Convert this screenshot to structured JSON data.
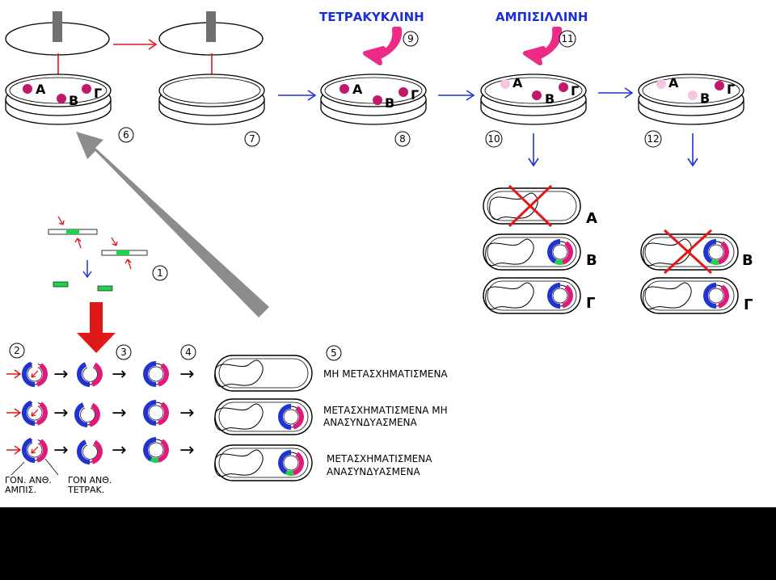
{
  "colors": {
    "colony": "#c0186a",
    "colony_faded": "#f2c6e0",
    "red_arrow": "#e01818",
    "blue_arrow": "#1f34d2",
    "magenta_arrow": "#ee2a87",
    "gray_arrow": "#8c8c8c",
    "insert_green": "#1fd34a",
    "gene_amp": "#1f34d2",
    "gene_tet": "#e0197a",
    "black_band": "#000000"
  },
  "antibiotics": {
    "tetracycline": "ΤΕΤΡΑΚΥΚΛΙΝΗ",
    "ampicillin": "ΑΜΠΙΣΙΛΛΙΝΗ"
  },
  "colony_labels": {
    "a": "Α",
    "b": "Β",
    "g": "Γ"
  },
  "cell_labels": {
    "a": "Α",
    "b": "Β",
    "g": "Γ"
  },
  "steps": [
    "1",
    "2",
    "3",
    "4",
    "5",
    "6",
    "7",
    "8",
    "9",
    "10",
    "11",
    "12"
  ],
  "outcomes": {
    "not_transformed": "ΜΗ ΜΕΤΑΣΧΗΜΑΤΙΣΜΕΝΑ",
    "transformed_non_recombinant": [
      "ΜΕΤΑΣΧΗΜΑΤΙΣΜΕΝΑ ΜΗ",
      "ΑΝΑΣΥΝΔΥΑΣΜΕΝΑ"
    ],
    "transformed_recombinant": [
      "ΜΕΤΑΣΧΗΜΑΤΙΣΜΕΝΑ",
      "ΑΝΑΣΥΝΔΥΑΣΜΕΝΑ"
    ]
  },
  "gene_labels": {
    "amp": [
      "ΓΟΝ. ΑΝΘ.",
      "ΑΜΠΙΣ."
    ],
    "tet": [
      "ΓΟΝ ΑΝΘ.",
      "ΤΕΤΡΑΚ."
    ]
  }
}
